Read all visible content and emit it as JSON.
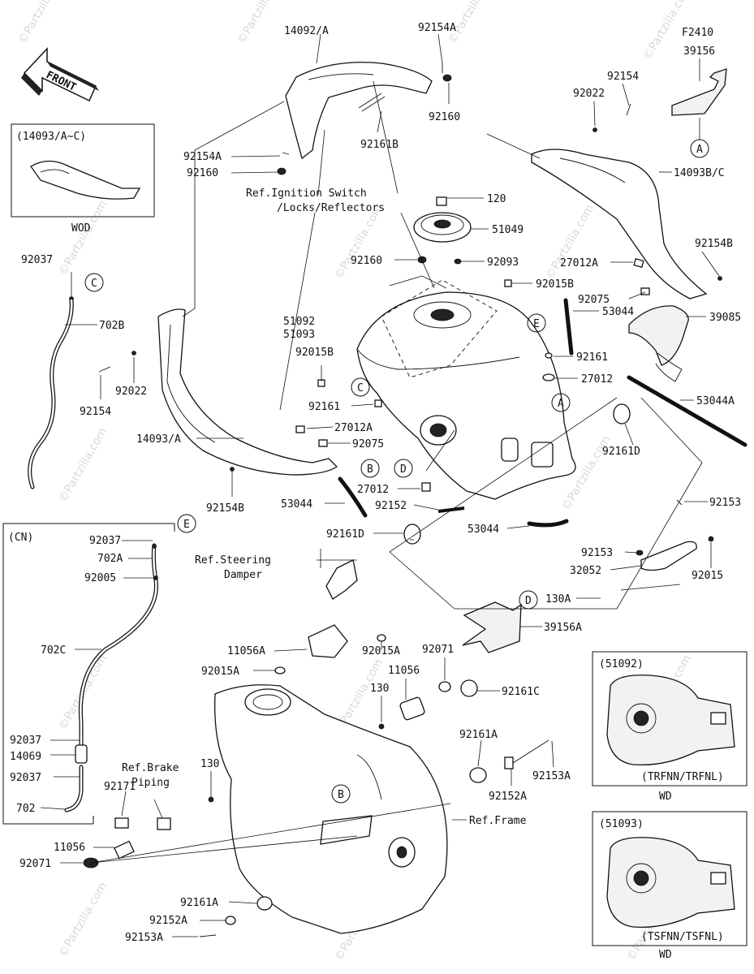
{
  "watermark": "©Partzilla.com",
  "front_label": "FRONT",
  "inset_variants": {
    "wod_top": {
      "header": "(14093/A~C)",
      "footer": "WOD"
    },
    "cn": {
      "header": "(CN)"
    },
    "tank_51092": {
      "header": "(51092)",
      "footer1": "(TRFNN/TRFNL)",
      "footer2": "WD"
    },
    "tank_51093": {
      "header": "(51093)",
      "footer1": "(TSFNN/TSFNL)",
      "footer2": "WD"
    }
  },
  "references": {
    "ignition_line1": "Ref.Ignition Switch",
    "ignition_line2": "/Locks/Reflectors",
    "steering_line1": "Ref.Steering",
    "steering_line2": "Damper",
    "brake_line1": "Ref.Brake",
    "brake_line2": "Piping",
    "frame": "Ref.Frame"
  },
  "callouts": [
    "A",
    "B",
    "C",
    "D",
    "E"
  ],
  "part_labels": [
    "14092/A",
    "92154A",
    "92160",
    "92161B",
    "92154A",
    "92160",
    "F2410",
    "39156",
    "92154",
    "92022",
    "14093B/C",
    "120",
    "51049",
    "92160",
    "92093",
    "92154B",
    "27012A",
    "92015B",
    "92075",
    "39085",
    "51092",
    "51093",
    "53044",
    "92161",
    "92015B",
    "27012",
    "53044A",
    "92161",
    "27012A",
    "92075",
    "14093/A",
    "92161D",
    "27012",
    "92154B",
    "53044",
    "92152",
    "92153",
    "53044",
    "92161D",
    "92153",
    "32052",
    "92015",
    "130A",
    "39156A",
    "92015A",
    "11056A",
    "92015A",
    "92071",
    "11056",
    "92161C",
    "130",
    "92161A",
    "92153A",
    "92152A",
    "Ref.Frame",
    "92037",
    "702B",
    "92022",
    "92154",
    "92037",
    "702A",
    "92005",
    "702C",
    "92037",
    "14069",
    "92037",
    "702",
    "92171",
    "130",
    "11056",
    "92071",
    "92161A",
    "92152A",
    "92153A"
  ]
}
